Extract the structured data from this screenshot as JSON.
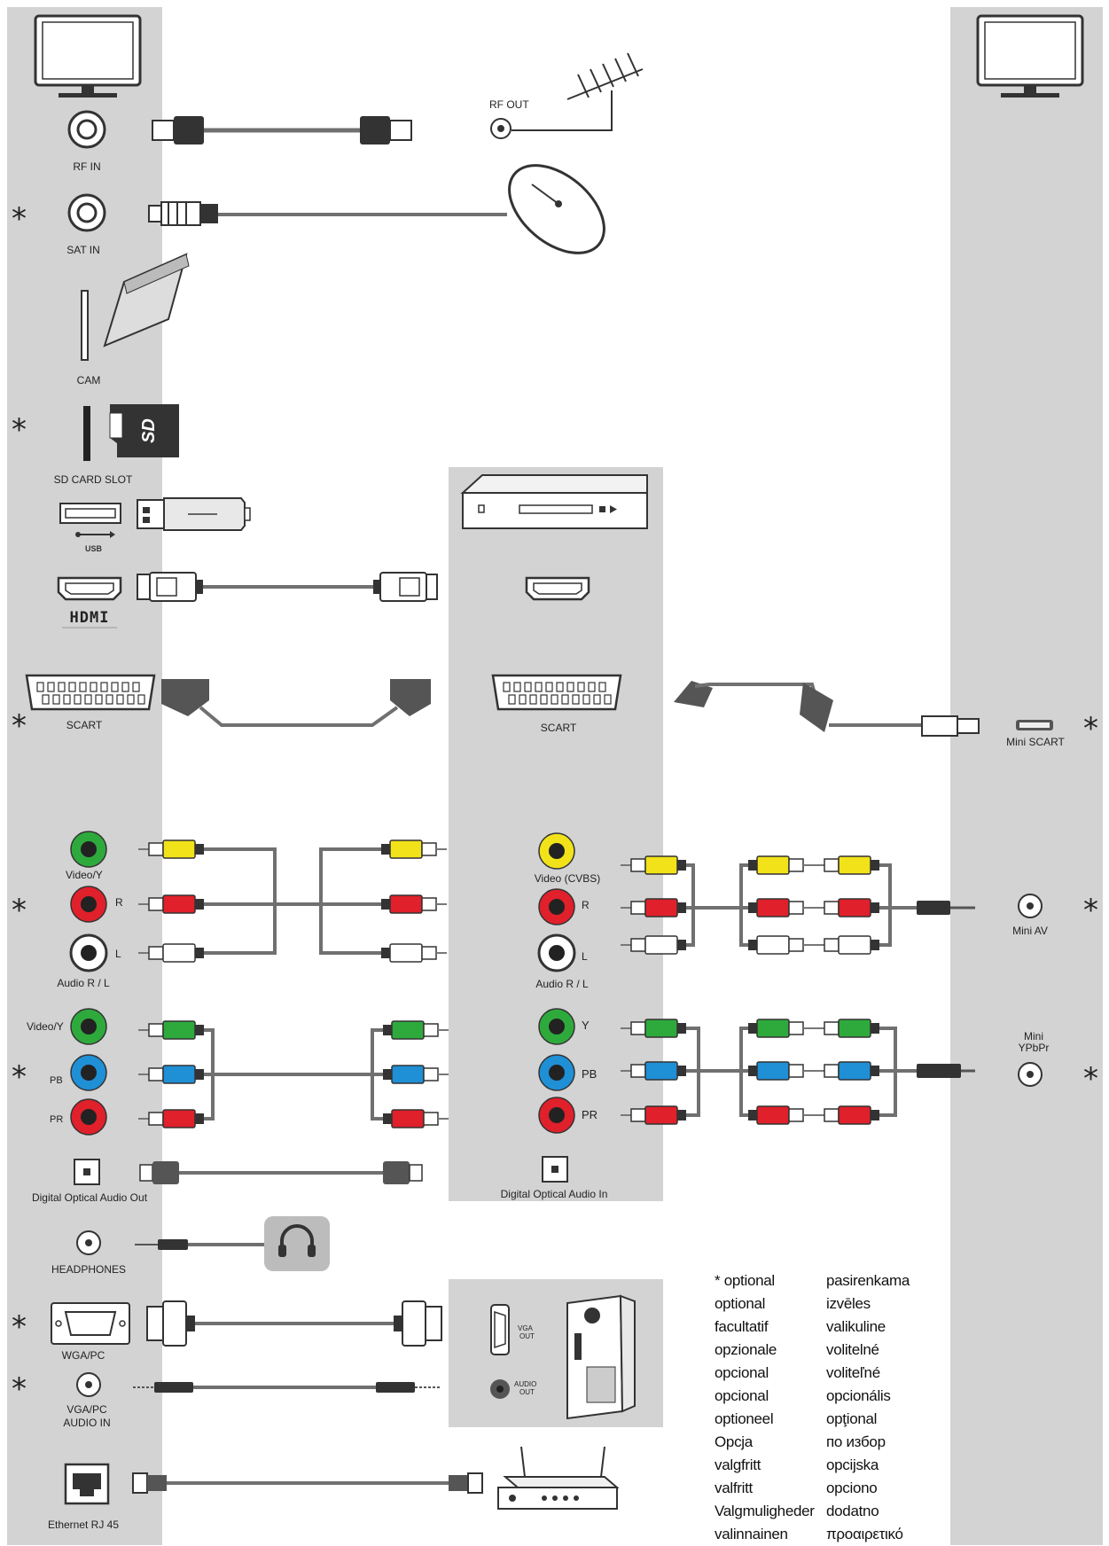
{
  "labels": {
    "rf_in": "RF IN",
    "rf_out": "RF OUT",
    "sat_in": "SAT IN",
    "cam": "CAM",
    "sd_card": "SD CARD SLOT",
    "sd": "SD",
    "usb": "USB",
    "hdmi": "HDMI",
    "scart_left": "SCART",
    "scart_mid": "SCART",
    "mini_scart": "Mini SCART",
    "video_y_1": "Video/Y",
    "r_1": "R",
    "l_1": "L",
    "audio_rl_1": "Audio R / L",
    "video_cvbs": "Video (CVBS)",
    "r_2": "R",
    "l_2": "L",
    "audio_rl_2": "Audio R / L",
    "mini_av": "Mini AV",
    "video_y_2": "Video/Y",
    "pb_1": "PB",
    "pr_1": "PR",
    "y_2": "Y",
    "pb_2": "PB",
    "pr_2": "PR",
    "mini_ypbpr_1": "Mini",
    "mini_ypbpr_2": "YPbPr",
    "optical_out": "Digital Optical Audio Out",
    "optical_in": "Digital Optical Audio In",
    "headphones": "HEADPHONES",
    "vga_pc": "WGA/PC",
    "vga_audio_1": "VGA/PC",
    "vga_audio_2": "AUDIO IN",
    "vga_out_1": "VGA",
    "vga_out_2": "OUT",
    "audio_out_1": "AUDIO",
    "audio_out_2": "OUT",
    "ethernet": "Ethernet RJ 45",
    "asterisk": "*"
  },
  "legend": {
    "col1": [
      "* optional",
      "optional",
      "facultatif",
      "opzionale",
      "opcional",
      "opcional",
      "optioneel",
      "Opcja",
      "valgfritt",
      "valfritt",
      "Valgmuligheder",
      "valinnainen"
    ],
    "col2": [
      "pasirenkama",
      "izvēles",
      "valikuline",
      "volitelné",
      "voliteľné",
      "opcionális",
      "opţional",
      "по избор",
      "opcijska",
      "opciono",
      "dodatno",
      "προαιρετικό"
    ]
  },
  "colors": {
    "panel": "#d3d3d3",
    "green": "#2eaa3c",
    "red": "#e0202a",
    "blue": "#1f8fd6",
    "yellow": "#f2e21a",
    "white": "#ffffff",
    "cable": "#707070",
    "plug": "#333333"
  }
}
